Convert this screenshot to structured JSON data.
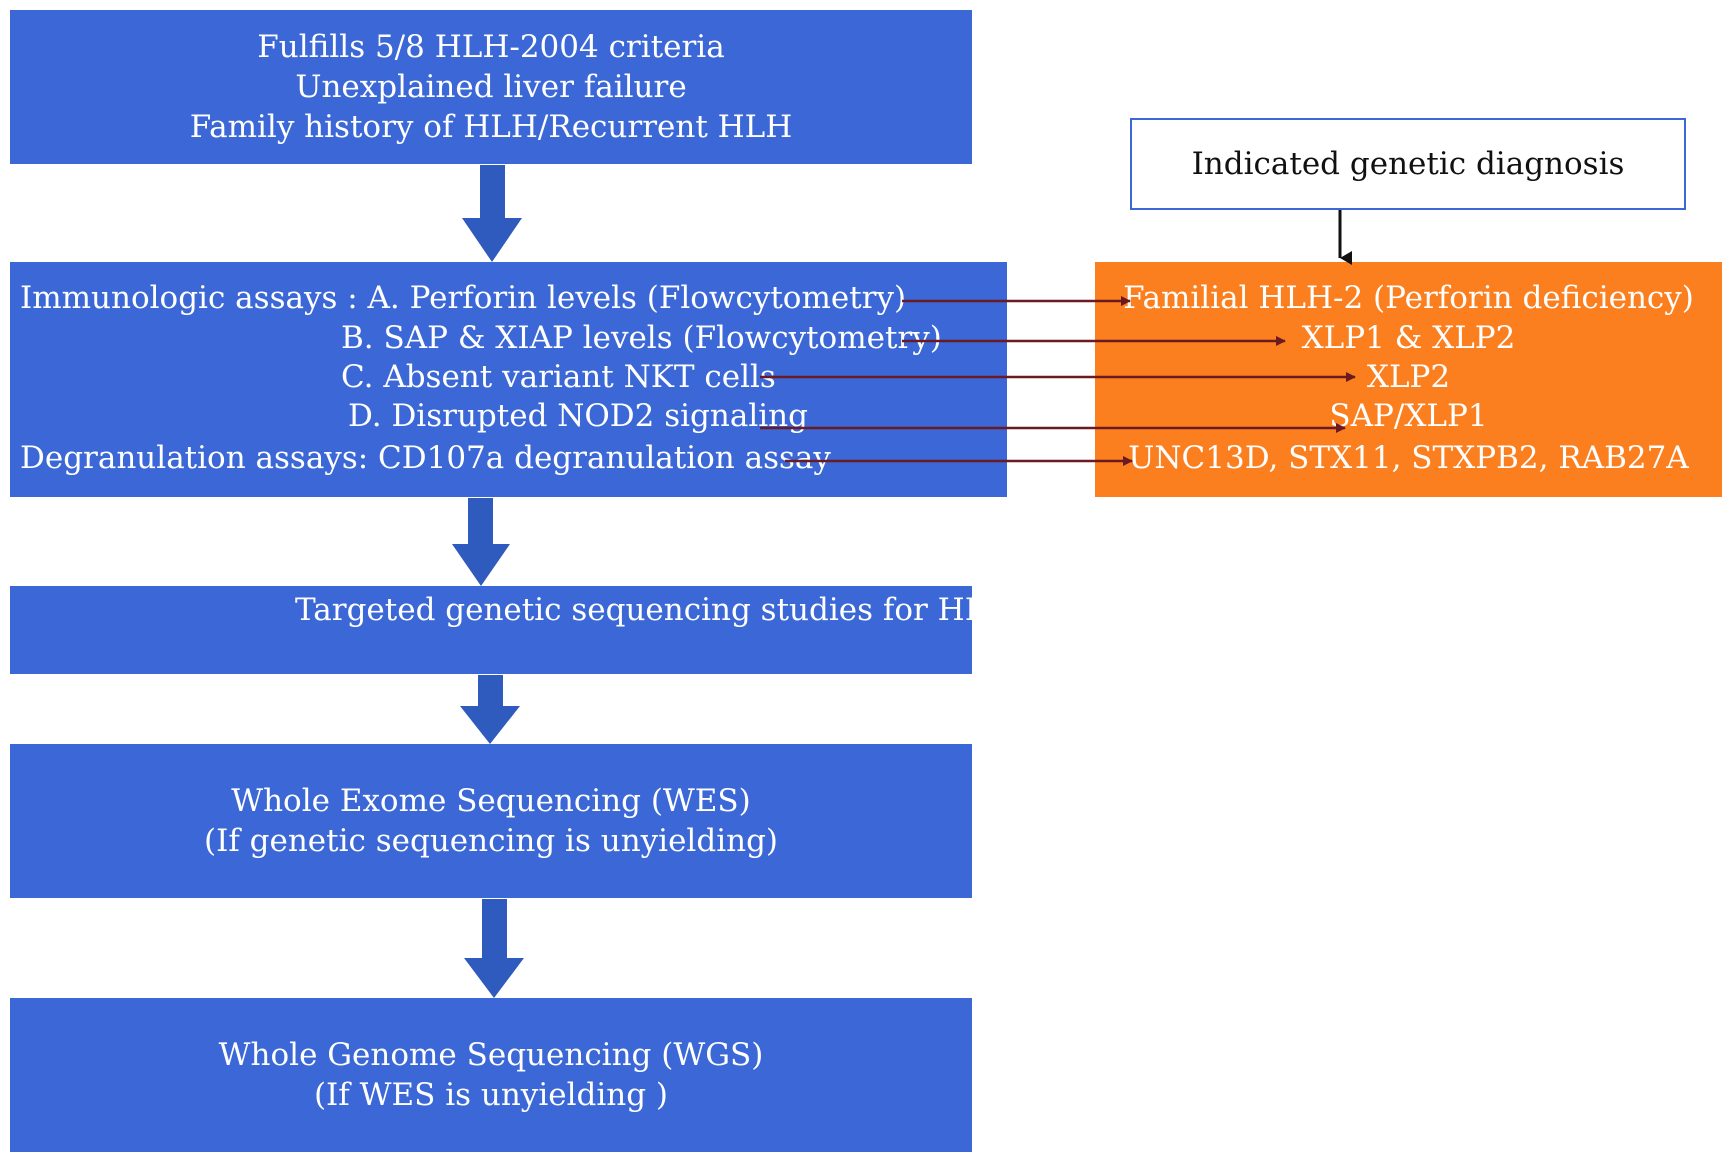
{
  "criteria": {
    "lines": [
      "Fulfills 5/8 HLH-2004 criteria",
      "Unexplained liver failure",
      "Family history of HLH/Recurrent HLH"
    ]
  },
  "assays": {
    "immunologic_label": "Immunologic assays : A. Perforin levels (Flowcytometry)",
    "item_b": "B. SAP & XIAP levels (Flowcytometry)",
    "item_c": "C. Absent variant NKT cells",
    "item_d": "D.  Disrupted NOD2 signaling",
    "degranulation": "Degranulation assays: CD107a degranulation assay"
  },
  "targeted": {
    "text": "Targeted genetic sequencing studies for HLH"
  },
  "wes": {
    "line1": "Whole Exome Sequencing (WES)",
    "line2": "(If genetic sequencing is unyielding)"
  },
  "wgs": {
    "line1": "Whole Genome Sequencing (WGS)",
    "line2": "(If WES is unyielding )"
  },
  "indicated": {
    "title": "Indicated genetic diagnosis"
  },
  "diagnoses": {
    "d1": "Familial HLH-2 (Perforin deficiency)",
    "d2": "XLP1 & XLP2",
    "d3": "XLP2",
    "d4": "SAP/XLP1",
    "d5": "UNC13D, STX11, STXPB2, RAB27A"
  },
  "colors": {
    "blue_box": "#3b68d6",
    "flow_arrow": "#2f5bbf",
    "orange_box": "#fb7f1f",
    "link_arrow": "#6b1a22",
    "indicated_border": "#3b68d6"
  }
}
